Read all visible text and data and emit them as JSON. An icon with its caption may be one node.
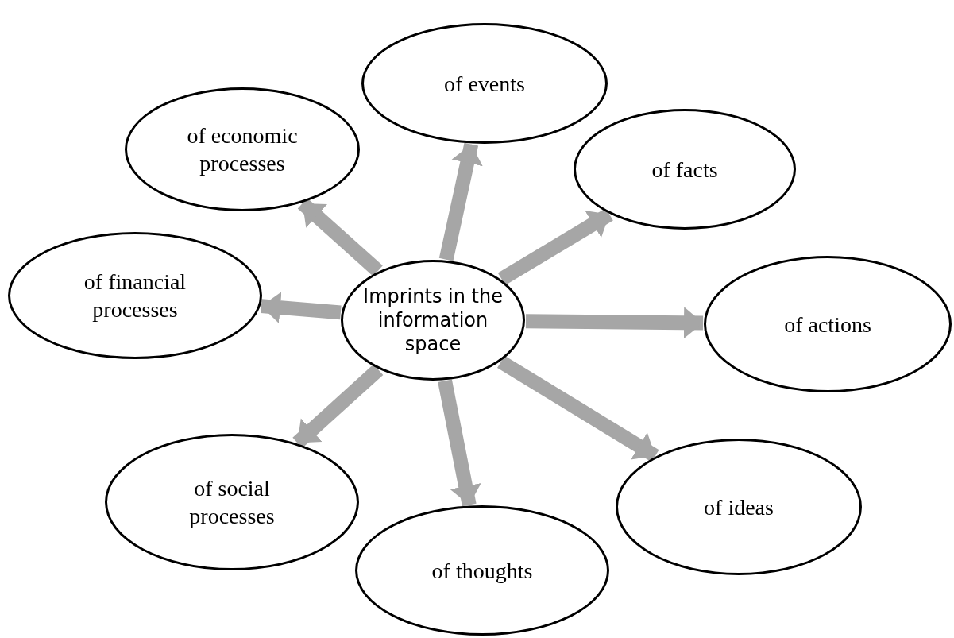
{
  "diagram": {
    "nodes": [
      {
        "text": [
          "of events"
        ]
      },
      {
        "text": [
          "of economic processes"
        ]
      },
      {
        "text": [
          "of facts"
        ]
      },
      {
        "text": [
          "of financial processes"
        ]
      },
      {
        "text": [
          "Imprints in the information space"
        ]
      },
      {
        "text": [
          "of actions"
        ]
      },
      {
        "text": [
          "of social processes"
        ]
      },
      {
        "text": [
          "of ideas"
        ]
      },
      {
        "text": [
          "of thoughts"
        ]
      }
    ],
    "edges": [
      {
        "from": 4,
        "to": 0,
        "arrow": "to"
      },
      {
        "from": 4,
        "to": 2,
        "arrow": "to"
      },
      {
        "from": 4,
        "to": 5,
        "arrow": "to"
      },
      {
        "from": 4,
        "to": 7,
        "arrow": "to"
      },
      {
        "from": 4,
        "to": 8,
        "arrow": "to"
      },
      {
        "from": 4,
        "to": 6,
        "arrow": "to"
      },
      {
        "from": 4,
        "to": 3,
        "arrow": "to"
      },
      {
        "from": 4,
        "to": 1,
        "arrow": "to"
      }
    ]
  }
}
